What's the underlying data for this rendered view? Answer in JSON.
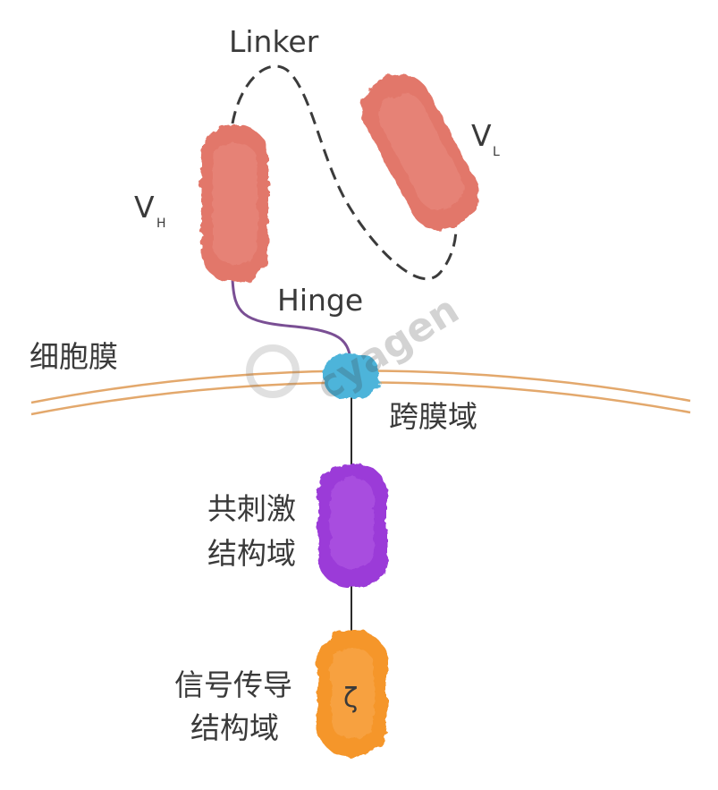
{
  "labels": {
    "linker": "Linker",
    "vh_main": "V",
    "vh_sub": "H",
    "vl_main": "V",
    "vl_sub": "L",
    "hinge": "Hinge",
    "cell_membrane": "细胞膜",
    "transmembrane": "跨膜域",
    "costim_line1": "共刺激",
    "costim_line2": "结构域",
    "signal_line1": "信号传导",
    "signal_line2": "结构域",
    "zeta": "ζ"
  },
  "watermark": {
    "text": "cyagen"
  },
  "colors": {
    "vh_vl": "#e2776a",
    "linker": "#3b3b3b",
    "hinge": "#7a4f94",
    "transmembrane": "#4db4da",
    "costim": "#9b3ad8",
    "signal": "#f5962c",
    "membrane": "#e3a86c",
    "text": "#3a3a3a"
  }
}
